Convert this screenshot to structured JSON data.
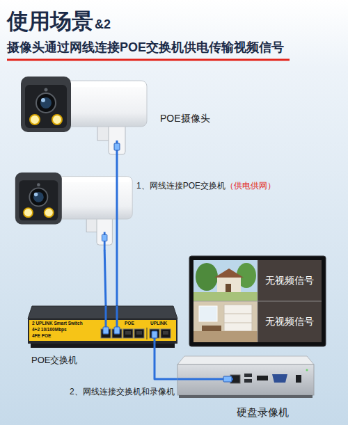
{
  "diagram": {
    "title": "使用场景",
    "nodes": [
      {
        "text": [
          "POE摄像头"
        ]
      },
      {
        "text": [
          "POE交换机",
          "2 UPLINK Smart Switch",
          "4+2 10/100Mbps",
          "4FE POE",
          "POE",
          "UPLINK"
        ]
      },
      {
        "text": [
          "无视频信号",
          "无视频信号"
        ]
      },
      {
        "text": [
          "硬盘录像机"
        ]
      }
    ],
    "edges": [
      {
        "from": 0,
        "to": 1,
        "arrow": "none"
      },
      {
        "from": 1,
        "to": 3,
        "label": "2、网线连接交换机和录像机",
        "arrow": "none"
      }
    ],
    "labels": [
      "&2",
      "摄像头通过网线连接POE交换机供电传输视频信号",
      "1、网线连接POE交换机",
      "（供电供网）"
    ]
  }
}
